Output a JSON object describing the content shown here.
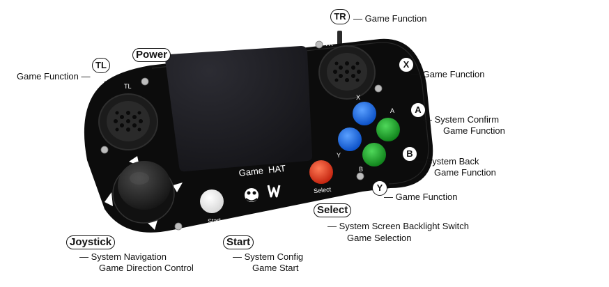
{
  "device": {
    "brand_text": "Game  HAT",
    "trigger_left_silk": "TL",
    "trigger_right_silk": "TR",
    "btn_x_silk": "X",
    "btn_a_silk": "A",
    "btn_y_silk": "Y",
    "btn_b_silk": "B",
    "select_silk": "Select",
    "start_silk": "Start"
  },
  "callouts": {
    "tr": {
      "label": "TR",
      "desc1": "— Game Function"
    },
    "tl": {
      "label": "TL",
      "desc1": "Game Function —"
    },
    "power": {
      "label": "Power"
    },
    "x": {
      "label": "X",
      "desc1": "— Game Function"
    },
    "a": {
      "label": "A",
      "desc1": "— System Confirm",
      "desc2": "Game Function"
    },
    "b": {
      "label": "B",
      "desc1": "— System Back",
      "desc2": "Game Function"
    },
    "y": {
      "label": "Y",
      "desc1": "— Game Function"
    },
    "select": {
      "label": "Select",
      "desc1": "— System Screen Backlight Switch",
      "desc2": "Game Selection"
    },
    "joystick": {
      "label": "Joystick",
      "desc1": "— System Navigation",
      "desc2": "Game Direction Control"
    },
    "start": {
      "label": "Start",
      "desc1": "— System Config",
      "desc2": "Game Start"
    }
  },
  "colors": {
    "board": "#0c0c0c",
    "screen": "#1f1f24",
    "button_blue": "#1c6ff0",
    "button_green": "#1ea52b",
    "button_red": "#e8361c",
    "button_start": "#f4f4f4"
  }
}
